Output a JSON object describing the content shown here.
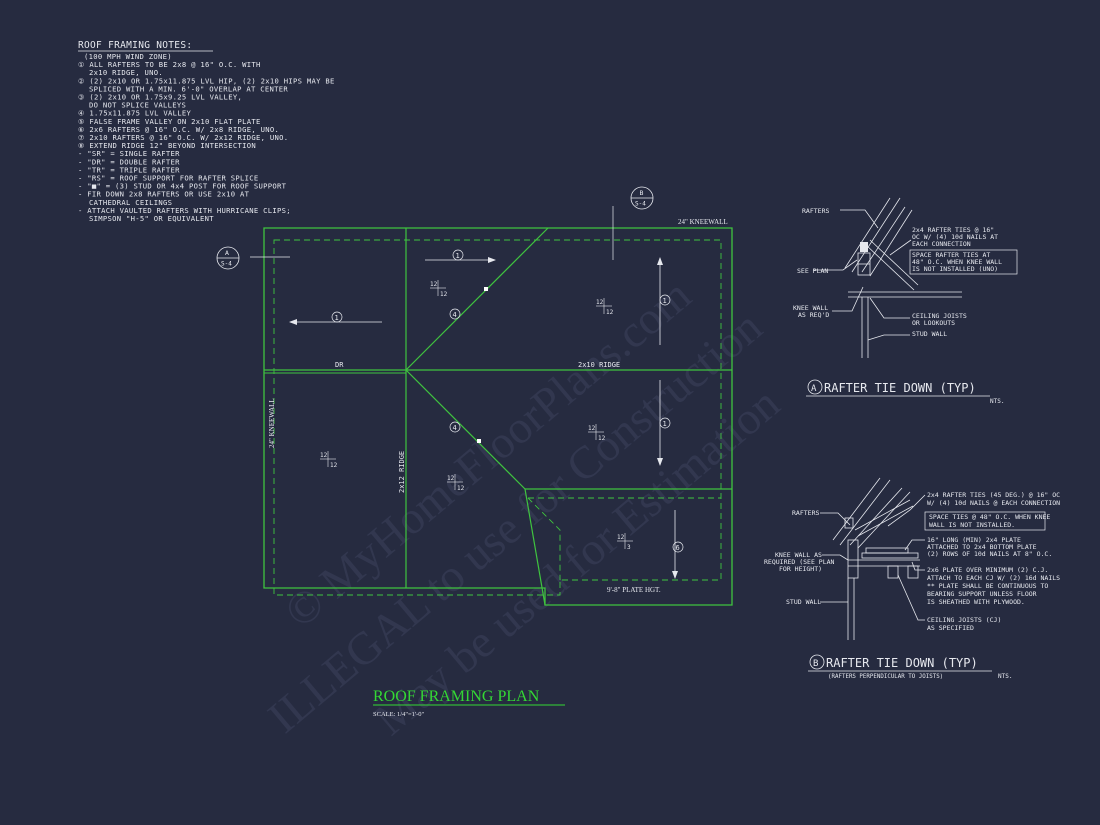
{
  "colors": {
    "background": "#262b40",
    "plan_lines": "#3fc43f",
    "linework": "#e6e8ee",
    "title": "#34d834"
  },
  "notes": {
    "title": "ROOF FRAMING NOTES:",
    "lines": [
      "(100 MPH WIND ZONE)",
      "① ALL RAFTERS TO BE 2x8 @ 16\" O.C. WITH",
      "2x10 RIDGE, UNO.",
      "② (2) 2x10 OR 1.75x11.875 LVL HIP, (2) 2x10 HIPS MAY BE",
      "SPLICED WITH A MIN. 6'-0\" OVERLAP AT CENTER",
      "③ (2) 2x10 OR 1.75x9.25 LVL VALLEY,",
      "DO NOT SPLICE VALLEYS",
      "④ 1.75x11.875 LVL VALLEY",
      "⑤ FALSE FRAME VALLEY ON 2x10 FLAT PLATE",
      "⑥ 2x6 RAFTERS @ 16\" O.C. W/ 2x8 RIDGE, UNO.",
      "⑦ 2x10 RAFTERS @ 16\" O.C. W/ 2x12 RIDGE, UNO.",
      "⑧ EXTEND RIDGE 12\" BEYOND INTERSECTION",
      "- \"SR\" = SINGLE RAFTER",
      "- \"DR\" = DOUBLE RAFTER",
      "- \"TR\" = TRIPLE RAFTER",
      "- \"RS\" = ROOF SUPPORT FOR RAFTER SPLICE",
      "- \"■\" = (3) STUD OR 4x4 POST FOR ROOF SUPPORT",
      "- FIR DOWN 2x8 RAFTERS OR USE 2x10 AT",
      "CATHEDRAL CEILINGS",
      "- ATTACH VAULTED RAFTERS WITH HURRICANE CLIPS;",
      "SIMPSON \"H-5\" OR EQUIVALENT"
    ]
  },
  "plan": {
    "title": "ROOF FRAMING PLAN",
    "scale": "SCALE: 1/4\"=1'-0\"",
    "labels": {
      "top_kneewall": "24\" KNEEWALL",
      "left_kneewall": "24\" KNEEWALL",
      "ridge": "2x10 RIDGE",
      "ridge_vertical": "2x12 RIDGE",
      "dr": "DR",
      "plate_height": "9'-8\" PLATE HGT."
    },
    "marker_refs": {
      "number": "1",
      "hip": "4",
      "rafter6": "6"
    },
    "pitch": {
      "rise": "12",
      "run": "12",
      "short_rise": "3"
    },
    "callout_a": {
      "letter": "A",
      "sheet": "S-4"
    },
    "callout_b": {
      "letter": "B",
      "sheet": "S-4"
    }
  },
  "detail_a": {
    "letter": "A",
    "title": "RAFTER TIE DOWN (TYP)",
    "nts": "NTS.",
    "labels": {
      "rafters": "RAFTERS",
      "ties_1": "2x4 RAFTER TIES @ 16\"",
      "ties_2": "OC W/ (4) 10d NAILS AT",
      "ties_3": "EACH CONNECTION",
      "space_1": "SPACE RAFTER TIES AT",
      "space_2": "48\" O.C. WHEN KNEE WALL",
      "space_3": "IS NOT INSTALLED (UNO)",
      "see_plan": "SEE PLAN",
      "knee_1": "KNEE WALL",
      "knee_2": "AS REQ'D",
      "joist_1": "CEILING JOISTS",
      "joist_2": "OR LOOKOUTS",
      "stud": "STUD WALL"
    }
  },
  "detail_b": {
    "letter": "B",
    "title": "RAFTER TIE DOWN (TYP)",
    "subtitle": "(RAFTERS PERPENDICULAR TO JOISTS)",
    "nts": "NTS.",
    "labels": {
      "rafters": "RAFTERS",
      "ties_1": "2x4 RAFTER TIES (45 DEG.) @ 16\" OC",
      "ties_2": "W/ (4) 10d NAILS @ EACH CONNECTION",
      "space_1": "SPACE TIES @ 48\" O.C. WHEN KNEE",
      "space_2": "WALL IS NOT INSTALLED.",
      "plate_1": "16\" LONG (MIN) 2x4 PLATE",
      "plate_2": "ATTACHED TO 2x4 BOTTOM PLATE",
      "plate_3": "(2) ROWS OF 10d NAILS AT 8\" O.C.",
      "knee_1": "KNEE WALL AS",
      "knee_2": "REQUIRED (SEE PLAN",
      "knee_3": "FOR HEIGHT)",
      "p6_1": "2x6 PLATE OVER MINIMUM (2) C.J.",
      "p6_2": "ATTACH TO EACH CJ W/ (2) 16d NAILS",
      "p6_3": "** PLATE SHALL BE CONTINUOUS TO",
      "p6_4": "BEARING SUPPORT UNLESS FLOOR",
      "p6_5": "IS SHEATHED WITH PLYWOOD.",
      "stud": "STUD WALL",
      "cj_1": "CEILING JOISTS (CJ)",
      "cj_2": "AS SPECIFIED"
    }
  },
  "watermark": {
    "line1": "© MyHomeFloorPlans.com",
    "line2": "ILLEGAL to use for Construction",
    "line3": "May be used for Estimation"
  }
}
